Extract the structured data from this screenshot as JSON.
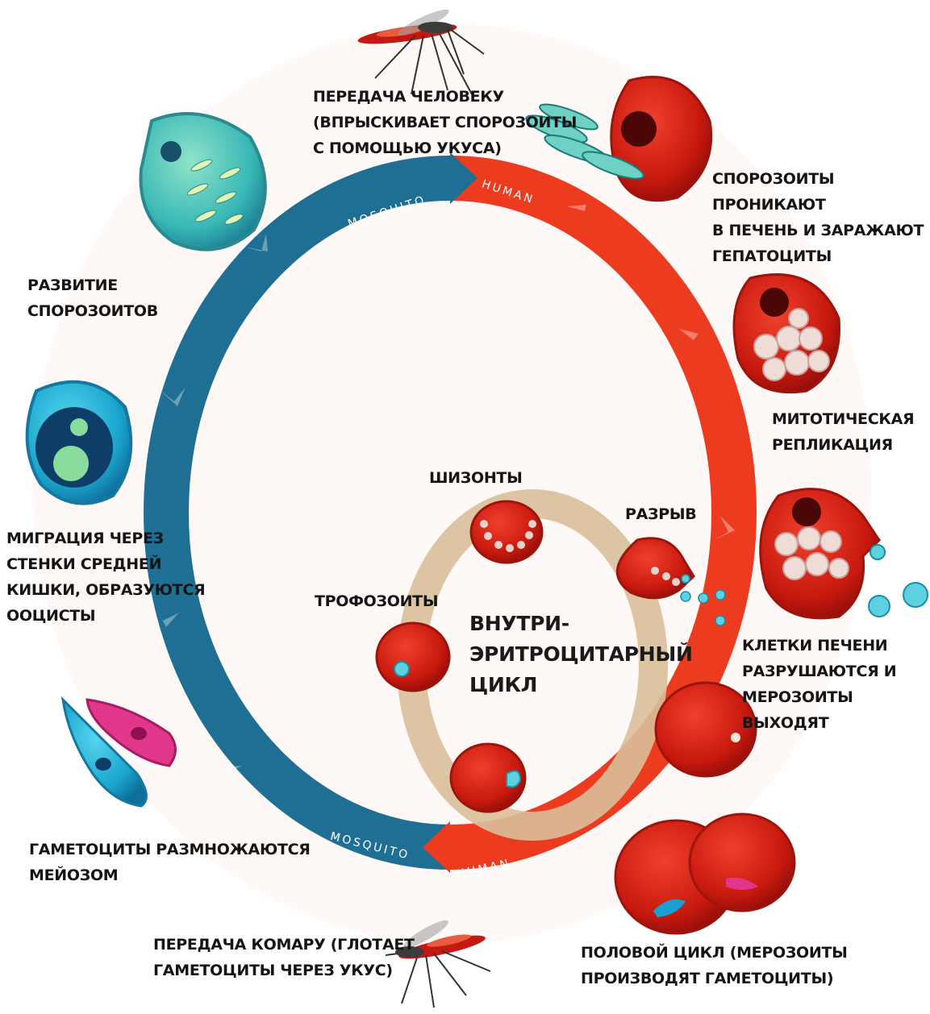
{
  "cycle_labels": {
    "mosquito_top": "MOSQUITO",
    "human_top": "HUMAN",
    "mosquito_bottom": "MOSQUITO",
    "human_bottom": "HUMAN"
  },
  "steps": {
    "transmission_to_human": "ПЕРЕДАЧА ЧЕЛОВЕКУ\n(ВПРЫСКИВАЕТ СПОРОЗОИТЫ\nС ПОМОЩЬЮ УКУСА)",
    "sporozoites_infect_liver": "СПОРОЗОИТЫ ПРОНИКАЮТ\nВ ПЕЧЕНЬ И ЗАРАЖАЮТ\nГЕПАТОЦИТЫ",
    "mitotic_replication": "МИТОТИЧЕСКАЯ\nРЕПЛИКАЦИЯ",
    "liver_cells_rupture": "КЛЕТКИ ПЕЧЕНИ\nРАЗРУШАЮТСЯ И\nМЕРОЗОИТЫ ВЫХОДЯТ",
    "sexual_cycle": "ПОЛОВОЙ ЦИКЛ (МЕРОЗОИТЫ\nПРОИЗВОДЯТ ГАМЕТОЦИТЫ)",
    "transmission_to_mosquito": "ПЕРЕДАЧА КОМАРУ (ГЛОТАЕТ\nГАМЕТОЦИТЫ ЧЕРЕЗ УКУС)",
    "gametocytes_meiosis": "ГАМЕТОЦИТЫ РАЗМНОЖАЮТСЯ\nМЕЙОЗОМ",
    "midgut_migration": "МИГРАЦИЯ ЧЕРЕЗ\nСТЕНКИ СРЕДНЕЙ\nКИШКИ, ОБРАЗУЮТСЯ\nООЦИСТЫ",
    "sporozoite_development": "РАЗВИТИЕ\nСПОРОЗОИТОВ"
  },
  "inner_cycle": {
    "title": "ВНУТРИ-\nЭРИТРОЦИТАРНЫЙ\nЦИКЛ",
    "schizonts": "ШИЗОНТЫ",
    "rupture": "РАЗРЫВ",
    "trophozoites": "ТРОФОЗОИТЫ"
  },
  "colors": {
    "mosquito_arc": "#1e6f93",
    "human_arc": "#ec3b1f",
    "inner_ring": "#d9bf9a",
    "red_cell": "#c8190f",
    "teal_cell": "#3fc3c4",
    "pink_gametocyte": "#e0378a"
  },
  "icons": [
    "mosquito-icon",
    "red-blood-cell-icon",
    "liver-cell-icon",
    "oocyst-icon",
    "gametocyte-icon"
  ]
}
